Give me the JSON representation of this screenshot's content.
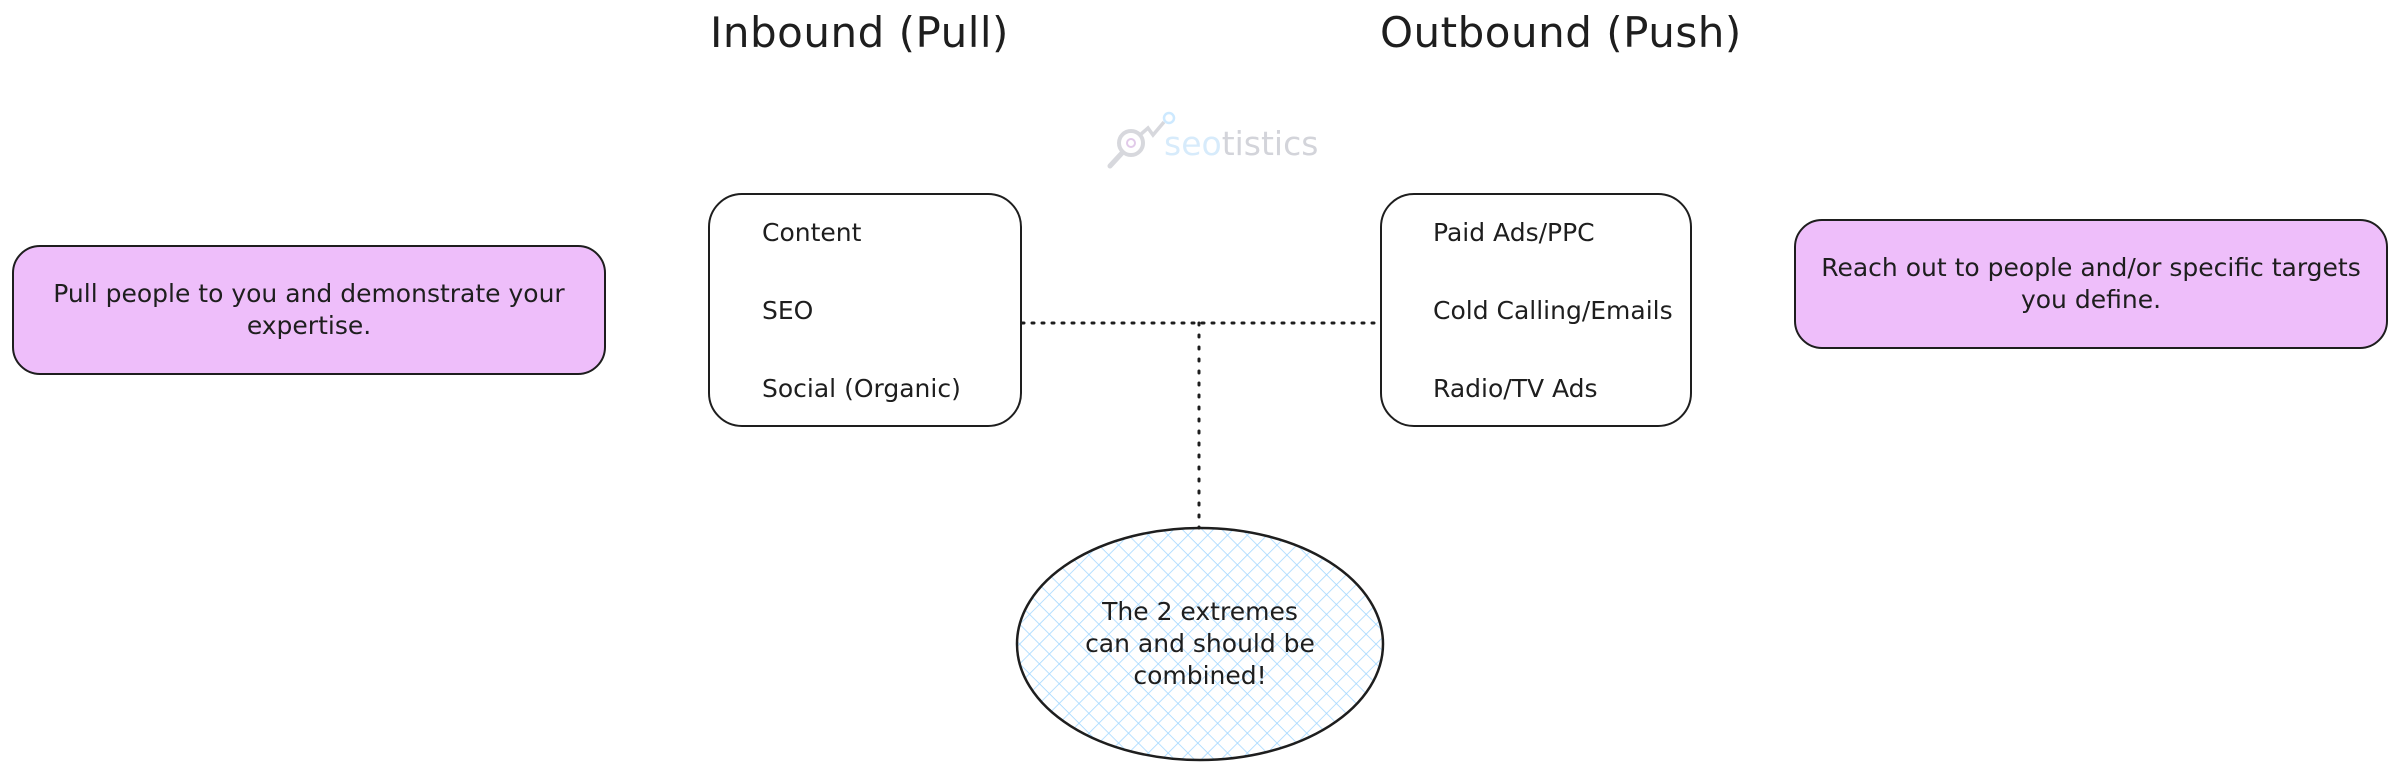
{
  "headings": {
    "inbound": "Inbound (Pull)",
    "outbound": "Outbound (Push)"
  },
  "watermark": {
    "part1": "seo",
    "part2": "tistics",
    "icon": "magnifier-chart-icon",
    "colors": {
      "part1": "#d7ebfb",
      "part2": "#d3d4da"
    }
  },
  "inbound_box": {
    "items": [
      "Content",
      "SEO",
      "Social (Organic)"
    ]
  },
  "outbound_box": {
    "items": [
      "Paid Ads/PPC",
      "Cold Calling/Emails",
      "Radio/TV Ads"
    ]
  },
  "notes": {
    "inbound": "Pull people to you and demonstrate your expertise.",
    "outbound": "Reach out to people and/or specific targets you define.",
    "fill": "#eebefa"
  },
  "combine": {
    "lines": [
      "The 2 extremes",
      "can and should be",
      "combined!"
    ],
    "hatch_color": "#a5d8ff"
  }
}
